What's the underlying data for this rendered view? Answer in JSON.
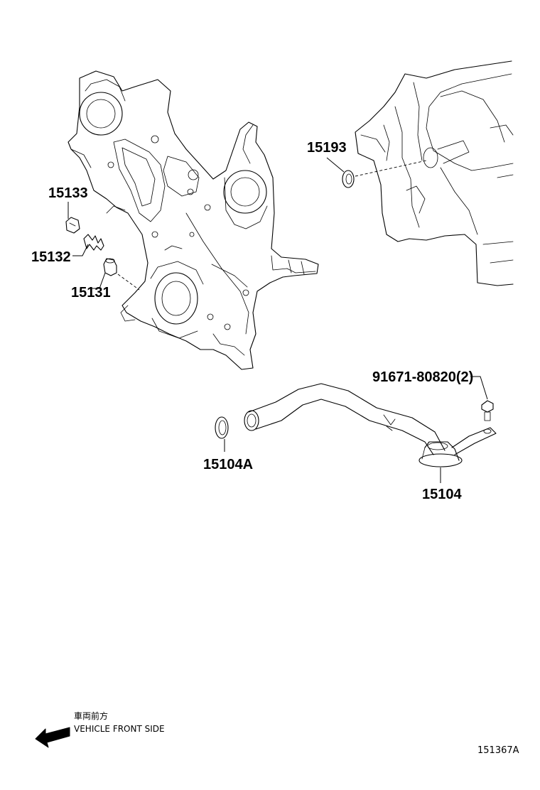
{
  "parts": [
    {
      "id": "p15133",
      "number": "15133"
    },
    {
      "id": "p15132",
      "number": "15132"
    },
    {
      "id": "p15131",
      "number": "15131"
    },
    {
      "id": "p15193",
      "number": "15193"
    },
    {
      "id": "p91671",
      "number": "91671-80820(2)"
    },
    {
      "id": "p15104A",
      "number": "15104A"
    },
    {
      "id": "p15104",
      "number": "15104"
    }
  ],
  "orientation": {
    "jp_label": "車両前方",
    "en_label": "VEHICLE FRONT SIDE",
    "icon": "arrow-left-icon"
  },
  "illustration_code": "151367A"
}
